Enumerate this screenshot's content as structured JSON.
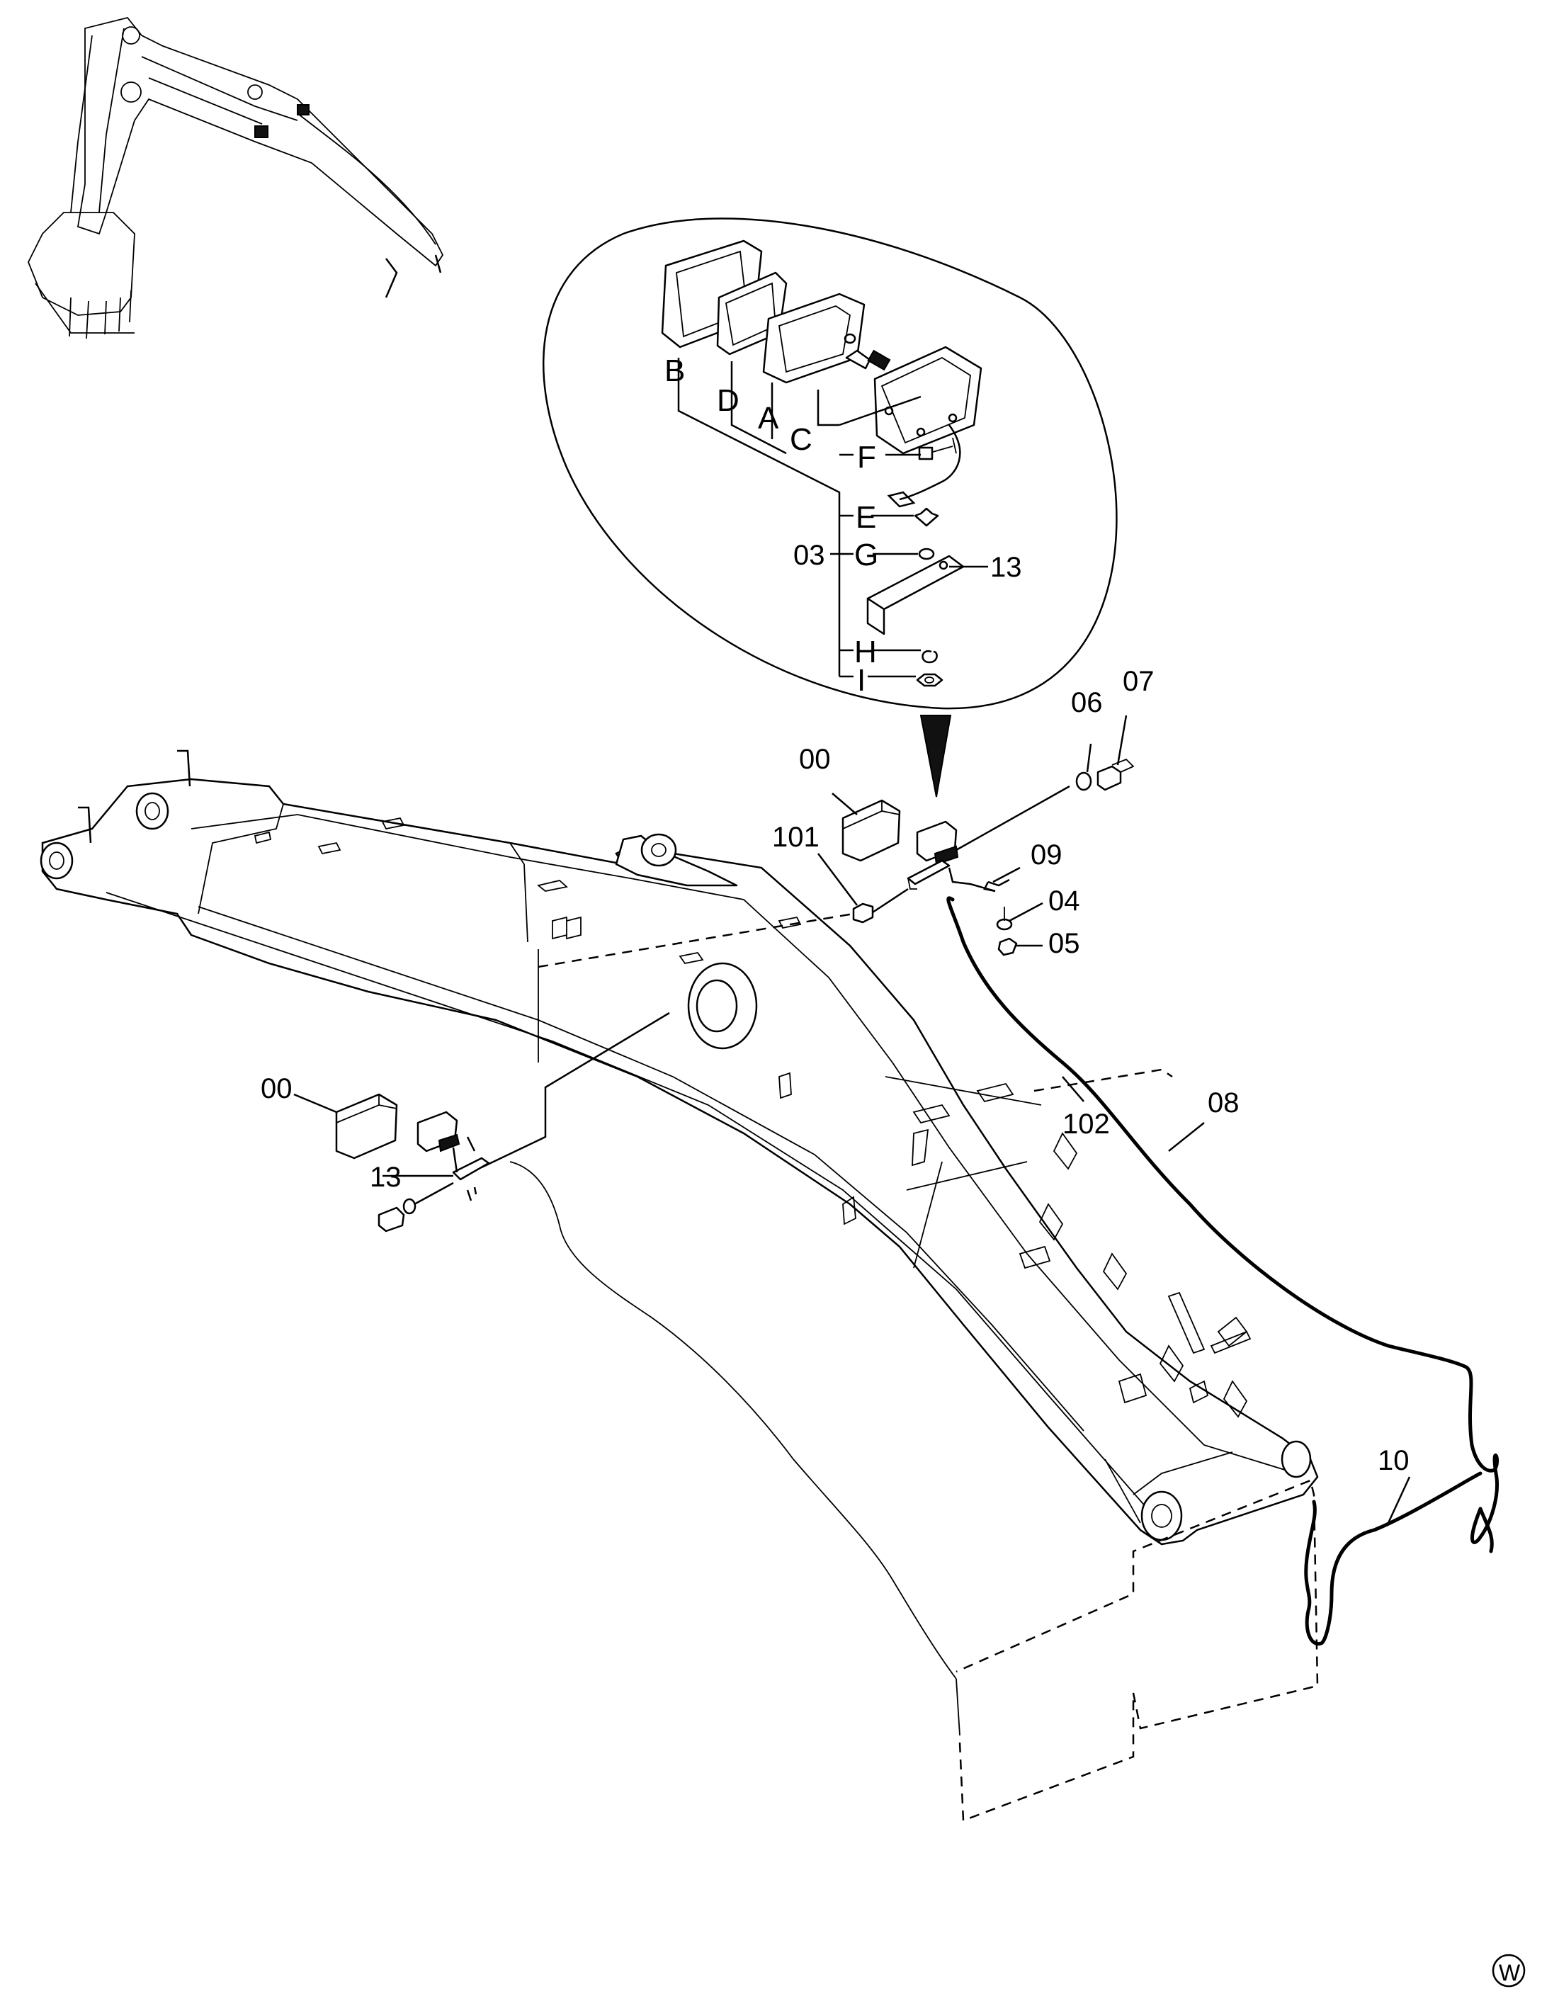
{
  "callouts": {
    "p00_top": "00",
    "p00_left": "00",
    "p101": "101",
    "p102": "102",
    "p03": "03",
    "p04": "04",
    "p05": "05",
    "p06": "06",
    "p07": "07",
    "p08": "08",
    "p09": "09",
    "p10": "10",
    "p13_detail": "13",
    "p13_left": "13"
  },
  "detail_letters": {
    "A": "A",
    "B": "B",
    "C": "C",
    "D": "D",
    "E": "E",
    "F": "F",
    "G": "G",
    "H": "H",
    "I": "I"
  },
  "corner_mark": "W"
}
